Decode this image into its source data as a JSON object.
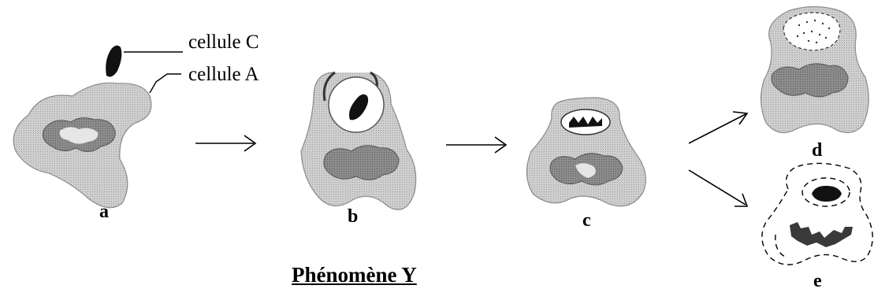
{
  "labels": {
    "cellule_c": "cellule C",
    "cellule_a": "cellule A",
    "stage_a": "a",
    "stage_b": "b",
    "stage_c": "c",
    "stage_d": "d",
    "stage_e": "e",
    "title": "Phénomène Y"
  },
  "colors": {
    "cell_fill": "#c9c9c9",
    "nucleus_fill": "#8a8a8a",
    "ink": "#000000",
    "vacuole_fill": "#ffffff"
  }
}
